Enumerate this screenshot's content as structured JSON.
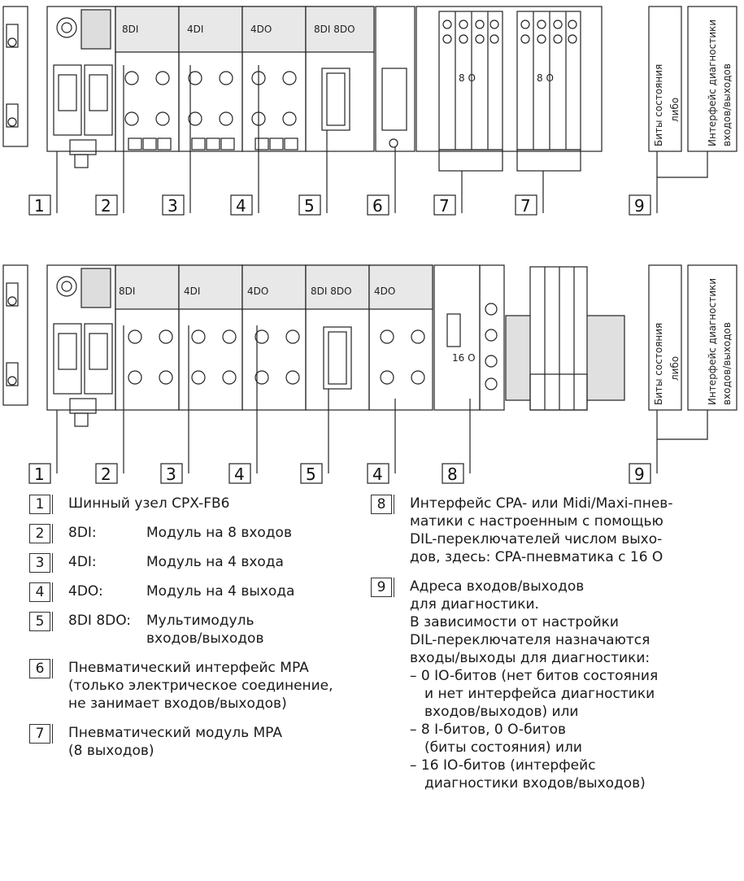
{
  "modules_top": [
    "8DI",
    "4DI",
    "4DO",
    "8DI  8DO"
  ],
  "modules_bottom": [
    "8DI",
    "4DI",
    "4DO",
    "8DI  8DO",
    "4DO"
  ],
  "valve_label": "8 O",
  "cpa_label": "16 O",
  "side_texts": {
    "status_bits": "Биты состояния",
    "either": "либо",
    "diag_line1": "Интерфейс диагностики",
    "diag_line2": "входов/выходов"
  },
  "top_callouts": [
    "1",
    "2",
    "3",
    "4",
    "5",
    "6",
    "7",
    "7",
    "9"
  ],
  "bottom_callouts": [
    "1",
    "2",
    "3",
    "4",
    "5",
    "4",
    "8",
    "9"
  ],
  "legend_left": [
    {
      "num": "1",
      "text": "Шинный узел CPX-FB6"
    },
    {
      "num": "2",
      "code": "8DI:",
      "text": "Модуль на 8 входов"
    },
    {
      "num": "3",
      "code": "4DI:",
      "text": "Модуль на 4 входа"
    },
    {
      "num": "4",
      "code": "4DO:",
      "text": "Модуль на 4 выхода"
    },
    {
      "num": "5",
      "code": "8DI 8DO:",
      "line1": "Мультимодуль",
      "line2": "входов/выходов"
    },
    {
      "num": "6",
      "line1": "Пневматический интерфейс MPA",
      "line2": "(только электрическое соединение,",
      "line3": "не занимает входов/выходов)"
    },
    {
      "num": "7",
      "line1": "Пневматический модуль MPA",
      "line2": "(8 выходов)"
    }
  ],
  "legend_right": {
    "item8": {
      "num": "8",
      "line1": "Интерфейс CPA- или Midi/Maxi-пнев-",
      "line2": "матики с настроенным с помощью",
      "line3": "DIL-переключателей числом выхо-",
      "line4": "дов, здесь: CPA-пневматика с 16 O"
    },
    "item9": {
      "num": "9",
      "line1": "Адреса входов/выходов",
      "line2": "для диагностики.",
      "line3": "В зависимости от настройки",
      "line4": "DIL-переключателя назначаются",
      "line5": "входы/выходы для диагностики:",
      "bullets": [
        {
          "line1": "– 0 IO-битов (нет битов состояния",
          "line2": "и нет интерфейса диагностики",
          "line3": "входов/выходов) или"
        },
        {
          "line1": "– 8 I-битов, 0 O-битов",
          "line2": "(биты состояния) или"
        },
        {
          "line1": "– 16 IO-битов (интерфейс",
          "line2": "диагностики входов/выходов)"
        }
      ]
    }
  }
}
